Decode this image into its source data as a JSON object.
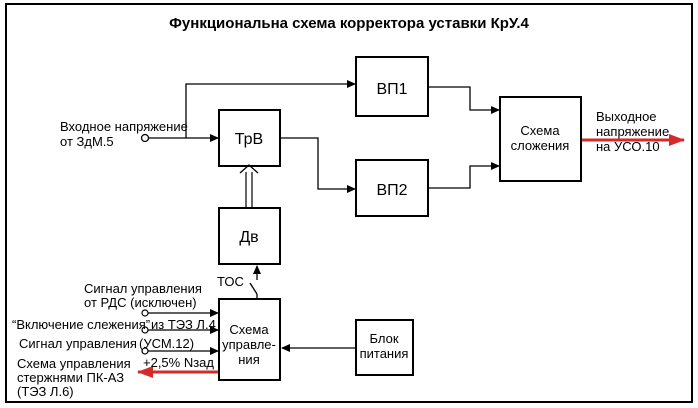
{
  "title": "Функциональна схема корректора уставки КрУ.4",
  "colors": {
    "line": "#000000",
    "accent": "#d42a2a",
    "background": "#ffffff"
  },
  "blocks": {
    "vp1": "ВП1",
    "trv": "ТрВ",
    "vp2": "ВП2",
    "dv": "Дв",
    "sum": [
      "Схема",
      "сложения"
    ],
    "ctrl": [
      "Схема",
      "управле-",
      "ния"
    ],
    "power": [
      "Блок",
      "питания"
    ]
  },
  "labels": {
    "input": [
      "Входное напряжение",
      "от ЗдМ.5"
    ],
    "output": [
      "Выходное",
      "напряжение",
      "на УСО.10"
    ],
    "toc": "ТОС",
    "sig1": [
      "Сигнал управления",
      "от РДС (исключен)"
    ],
    "sig2a": "“Включение слежения”",
    "sig2b": "из ТЭЗ Л.4",
    "sig3a": "Сигнал управления",
    "sig3b": "(УСМ.12)",
    "plus": "+2,5% Nзад",
    "az": [
      "Схема управления",
      "стержнями ПК-АЗ",
      "(ТЭЗ Л.6)"
    ]
  }
}
